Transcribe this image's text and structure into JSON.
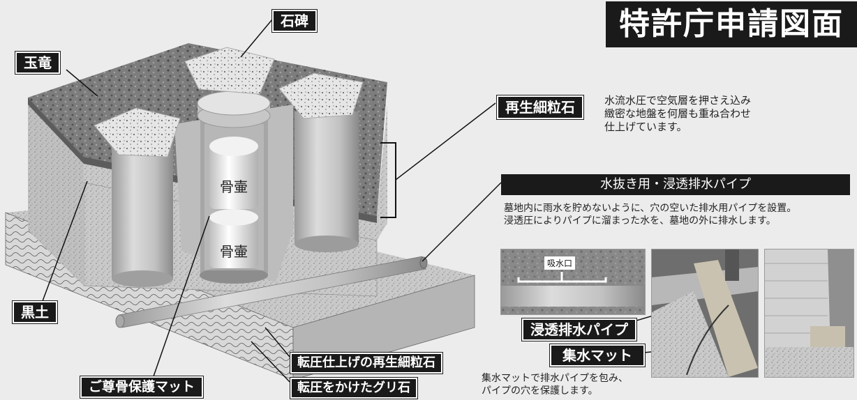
{
  "title": "特許庁申請図面",
  "labels": {
    "gyokuryu": "玉竜",
    "sekihi": "石碑",
    "kokudo": "黒土",
    "kotsutsubo_upper": "骨壷",
    "kotsutsubo_lower": "骨壷",
    "saisei_sairyuseki": "再生細粒石",
    "hogo_mat": "ご尊骨保護マット",
    "tenatsu_shiage": "転圧仕上げの再生細粒石",
    "tenatsu_guri": "転圧をかけたグリ石"
  },
  "saisei_description": [
    "水流水圧で空気層を押さえ込み",
    "緻密な地盤を何層も重ね合わせ",
    "仕上げています。"
  ],
  "pipe_section": {
    "header": "水抜き用・浸透排水パイプ",
    "description": [
      "墓地内に雨水を貯めないように、穴の空いた排水用パイプを設置。",
      "浸透圧によりパイプに溜まった水を、墓地の外に排水します。"
    ]
  },
  "photos": {
    "intake_label": "吸水口",
    "pipe_label": "浸透排水パイプ",
    "mat_label": "集水マット",
    "caption": [
      "集水マットで排水パイプを包み、",
      "パイプの穴を保護します。"
    ]
  },
  "colors": {
    "tag_bg": "#1a1a1a",
    "tag_text": "#ffffff",
    "page_bg": "#ececec"
  }
}
